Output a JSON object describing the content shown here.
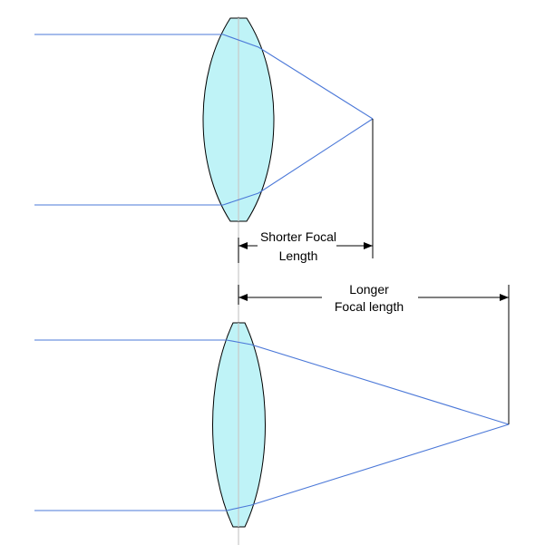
{
  "labels": {
    "short_focal_line1": "Shorter Focal",
    "short_focal_line2": "Length",
    "long_focal_line1": "Longer",
    "long_focal_line2": "Focal length"
  },
  "colors": {
    "ray": "#4b78d8",
    "lens_fill": "#bff3f7",
    "lens_stroke": "#000000",
    "axis": "#c8c8c8",
    "dimension": "#000000",
    "background": "#ffffff"
  },
  "lenses": [
    {
      "name": "top-lens",
      "type": "thick-convex",
      "focal_length": "shorter"
    },
    {
      "name": "bottom-lens",
      "type": "thin-convex",
      "focal_length": "longer"
    }
  ]
}
